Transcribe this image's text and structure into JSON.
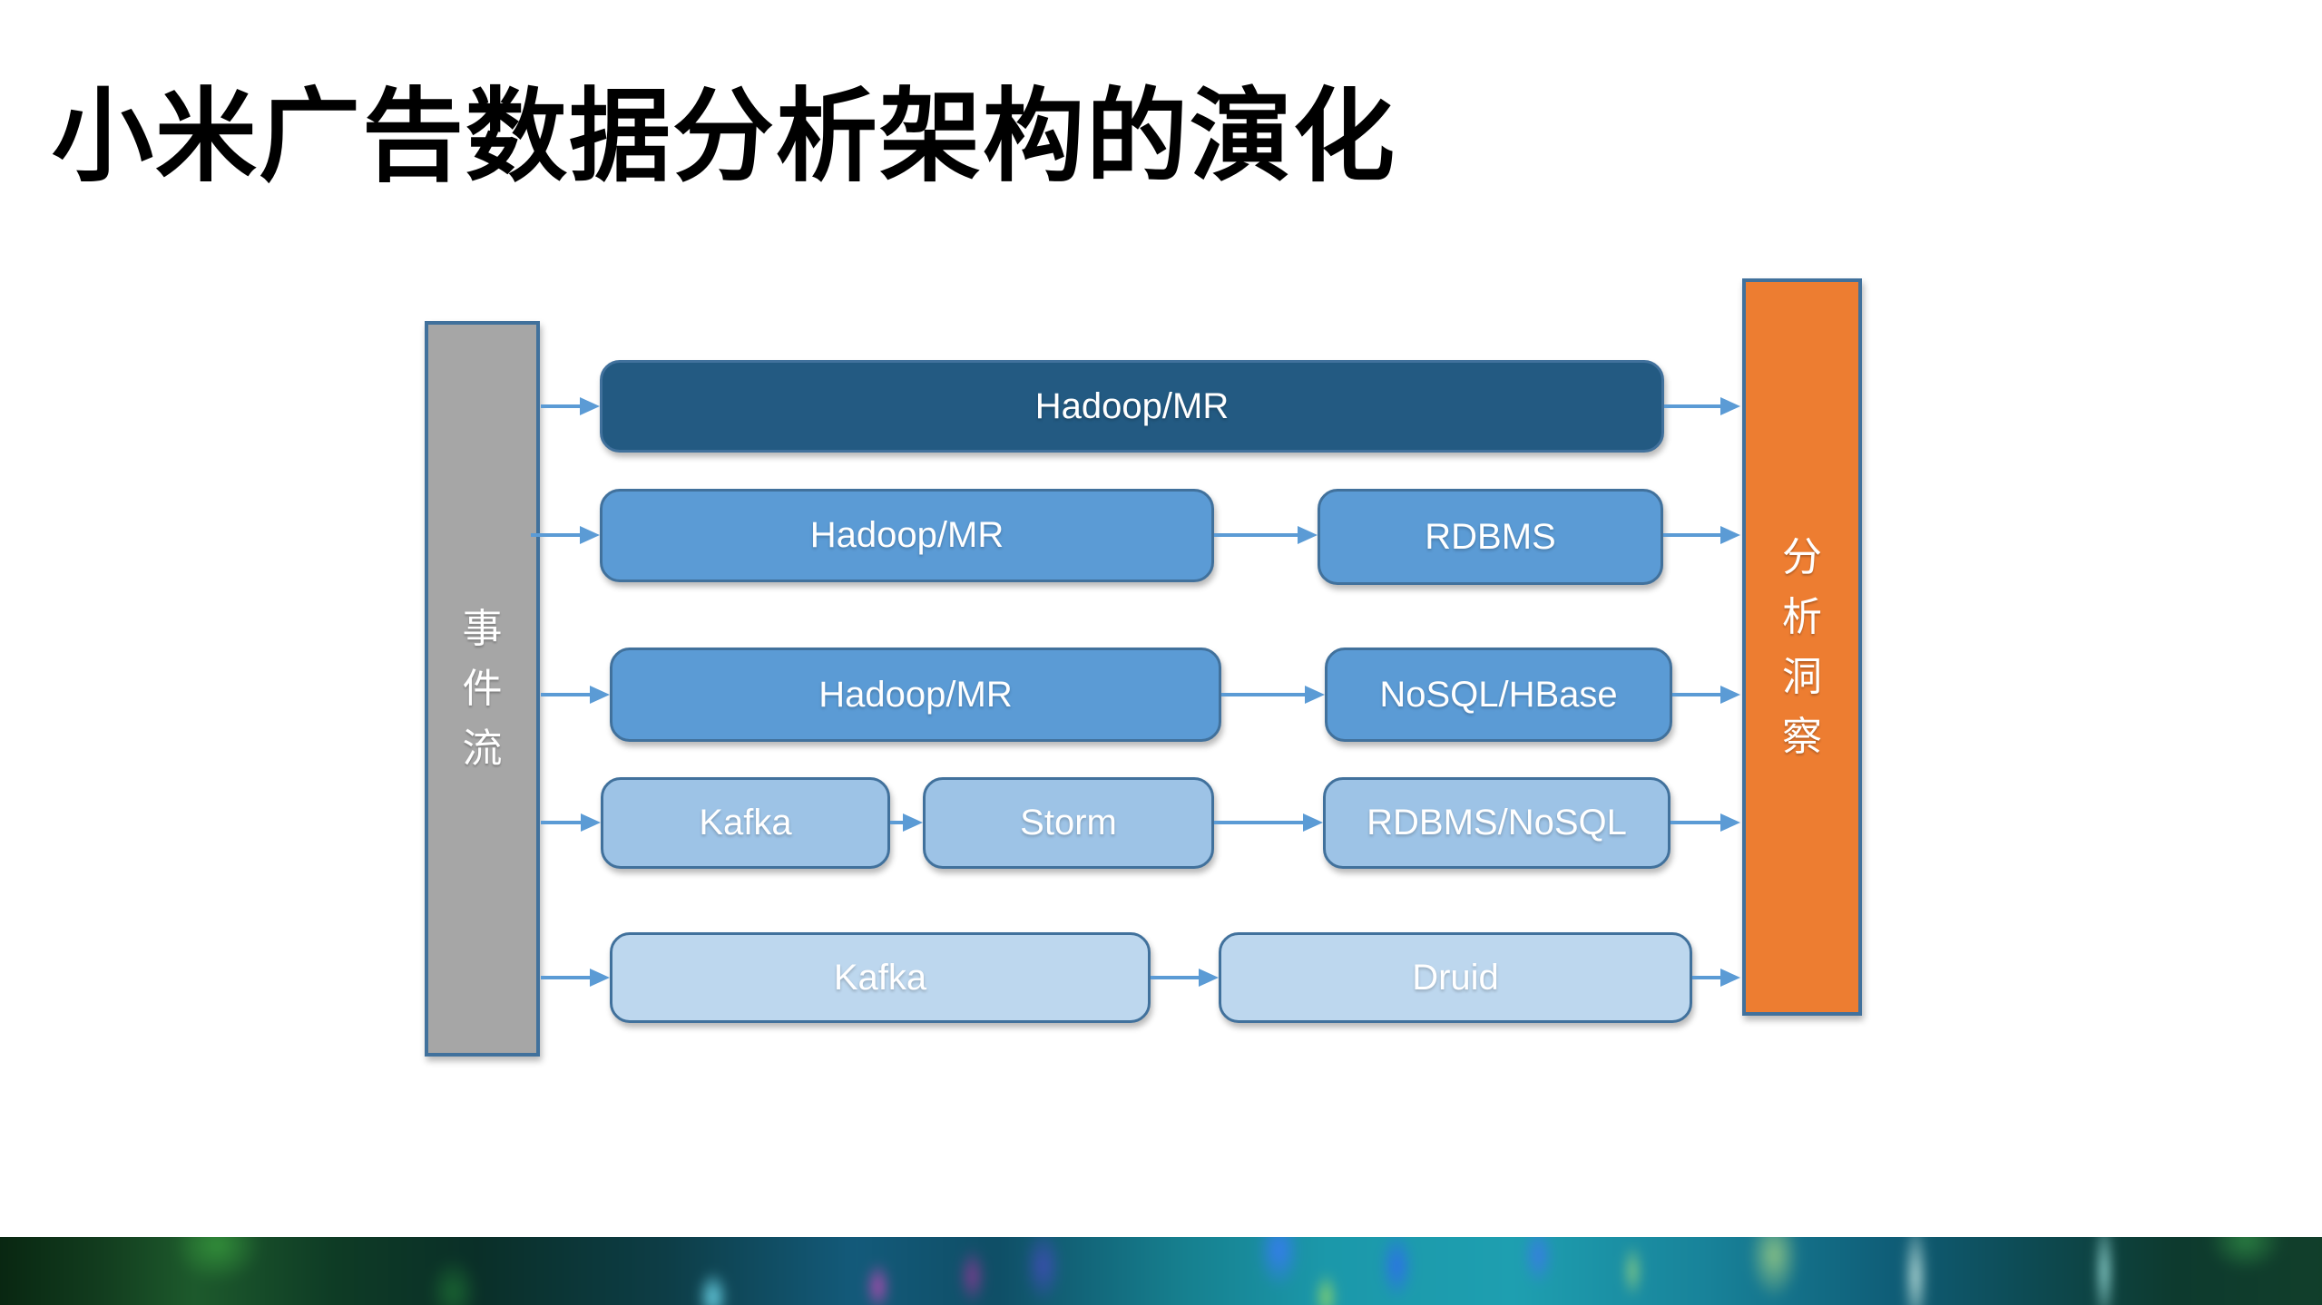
{
  "slide_title": "小米广告数据分析架构的演化",
  "diagram": {
    "source": {
      "label": "事件流"
    },
    "sink": {
      "label": "分析洞察"
    },
    "rows": [
      {
        "name": "stage-1",
        "boxes": [
          {
            "label": "Hadoop/MR"
          }
        ]
      },
      {
        "name": "stage-2",
        "boxes": [
          {
            "label": "Hadoop/MR"
          },
          {
            "label": "RDBMS"
          }
        ]
      },
      {
        "name": "stage-3",
        "boxes": [
          {
            "label": "Hadoop/MR"
          },
          {
            "label": "NoSQL/HBase"
          }
        ]
      },
      {
        "name": "stage-4",
        "boxes": [
          {
            "label": "Kafka"
          },
          {
            "label": "Storm"
          },
          {
            "label": "RDBMS/NoSQL"
          }
        ]
      },
      {
        "name": "stage-5",
        "boxes": [
          {
            "label": "Kafka"
          },
          {
            "label": "Druid"
          }
        ]
      }
    ],
    "colors": {
      "stage1_fill": "#235A82",
      "stage2_3_fill": "#5B9BD5",
      "stage4_fill": "#9DC3E6",
      "stage5_fill": "#BDD7EE",
      "source_fill": "#A6A6A6",
      "sink_fill": "#ED7D31",
      "shape_border": "#41719C",
      "arrow": "#5B9BD5",
      "title_text": "#000000",
      "shape_text": "#FFFFFF"
    }
  }
}
